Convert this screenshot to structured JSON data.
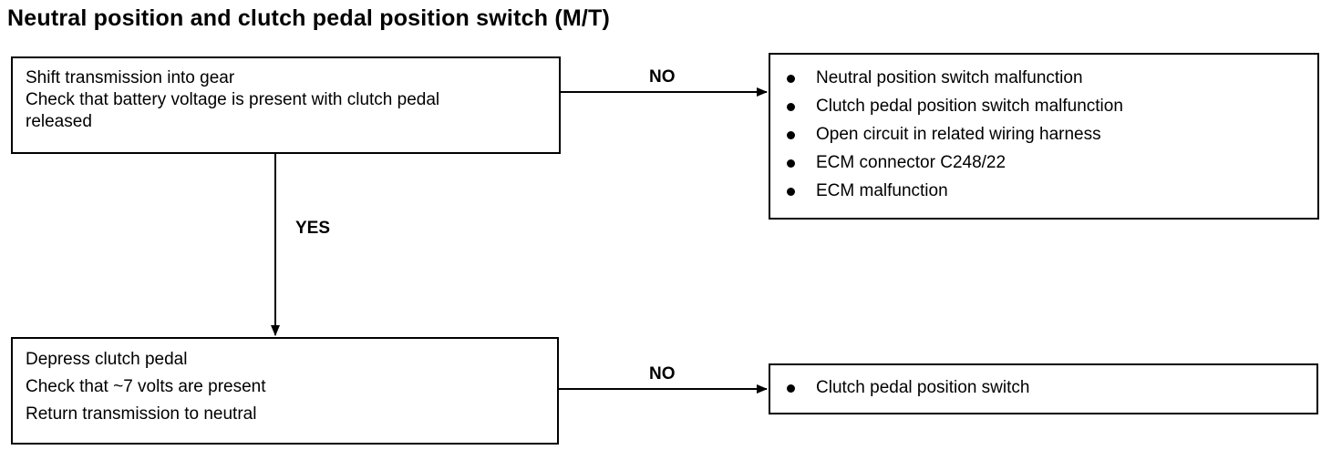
{
  "title": "Neutral position and clutch pedal position switch (M/T)",
  "steps": [
    {
      "lines": [
        "Shift transmission into gear",
        "Check that battery voltage is present with clutch pedal",
        "released"
      ]
    },
    {
      "lines": [
        "Depress clutch pedal",
        "Check that ~7 volts are present",
        "Return transmission to neutral"
      ]
    }
  ],
  "results": [
    {
      "items": [
        "Neutral position switch malfunction",
        "Clutch pedal position switch malfunction",
        "Open circuit in related wiring harness",
        "ECM connector C248/22",
        "ECM malfunction"
      ]
    },
    {
      "items": [
        "Clutch pedal position switch"
      ]
    }
  ],
  "labels": {
    "no_1": "NO",
    "yes": "YES",
    "no_2": "NO"
  }
}
